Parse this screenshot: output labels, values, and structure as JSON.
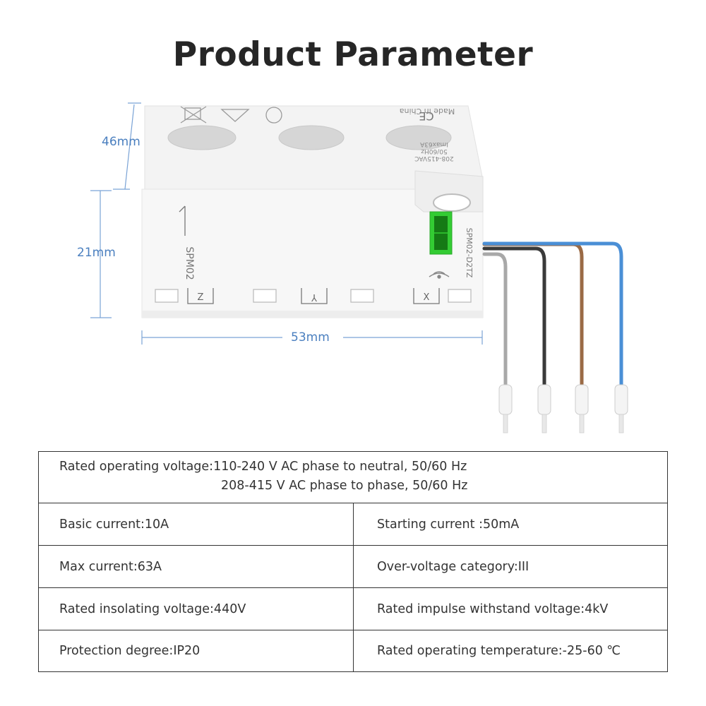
{
  "title": "Product Parameter",
  "dimensions": {
    "depth": "46mm",
    "height": "21mm",
    "width": "53mm"
  },
  "device": {
    "model_side": "SPM02",
    "model_front": "SPM02-D2TZ",
    "made_in": "Made in China",
    "ce_mark": "CE",
    "rating_line1": "208-415VAC",
    "rating_line2": "50/60Hz",
    "rating_line3": "Imax63A",
    "terminal_z": "Z",
    "terminal_y": "Y",
    "terminal_x": "X",
    "wire_colors": [
      "#a8a8a8",
      "#3a3a3a",
      "#9a6a45",
      "#4a8fd6"
    ],
    "button_color": "#33cc33"
  },
  "params": {
    "voltage_line1": "Rated operating voltage:110-240 V AC phase to neutral, 50/60 Hz",
    "voltage_line2": "208-415 V AC phase to phase, 50/60 Hz",
    "rows": [
      {
        "left": "Basic current:10A",
        "right": "Starting current :50mA"
      },
      {
        "left": "Max current:63A",
        "right": "Over-voltage category:III"
      },
      {
        "left": "Rated insolating voltage:440V",
        "right": "Rated impulse withstand voltage:4kV"
      },
      {
        "left": "Protection degree:IP20",
        "right": "Rated operating temperature:-25-60 ℃"
      }
    ]
  }
}
